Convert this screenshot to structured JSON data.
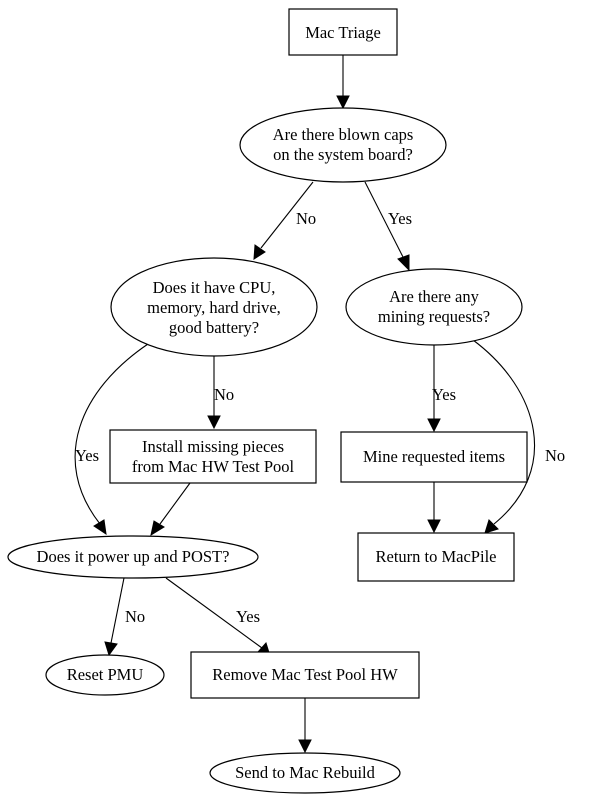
{
  "nodes": {
    "mac_triage": "Mac Triage",
    "blown_caps": [
      "Are there blown caps",
      "on the system board?"
    ],
    "cpu_memory": [
      "Does it have CPU,",
      "memory, hard drive,",
      "good battery?"
    ],
    "mining": [
      "Are there any",
      "mining requests?"
    ],
    "install_missing": [
      "Install missing pieces",
      "from Mac HW Test Pool"
    ],
    "mine_items": "Mine requested items",
    "power_up": "Does it power up and POST?",
    "return_macpile": "Return to MacPile",
    "reset_pmu": "Reset PMU",
    "remove_hw": "Remove Mac Test Pool HW",
    "send_rebuild": "Send to Mac Rebuild"
  },
  "edges": {
    "caps_no": "No",
    "caps_yes": "Yes",
    "cpu_no": "No",
    "cpu_yes": "Yes",
    "mining_yes": "Yes",
    "mining_no": "No",
    "power_no": "No",
    "power_yes": "Yes"
  }
}
